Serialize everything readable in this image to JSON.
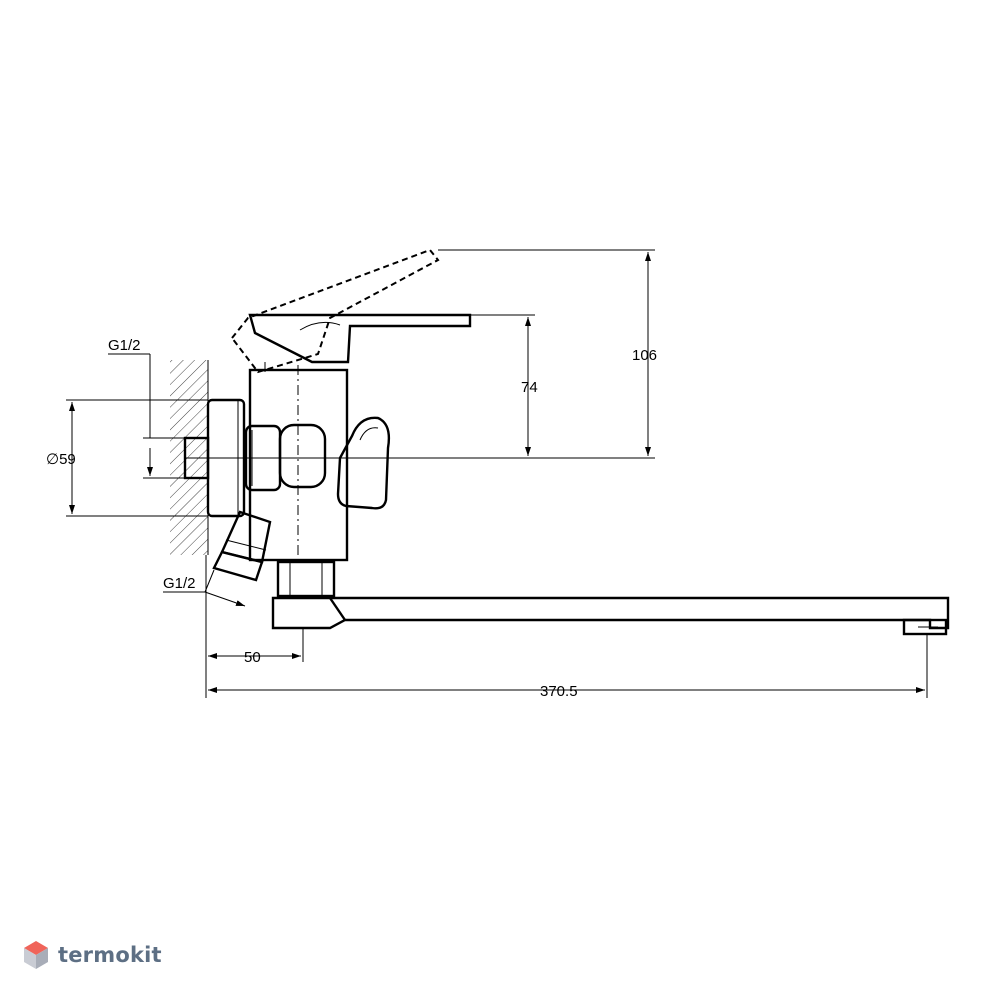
{
  "dimensions": {
    "height_lever_raised": "106",
    "height_lever": "74",
    "diameter": "∅59",
    "thread_top": "G1/2",
    "thread_bottom": "G1/2",
    "offset": "50",
    "spout_reach": "370.5"
  },
  "watermark": {
    "text": "termokit",
    "logo_icon": "cube-logo-icon",
    "colors": {
      "top": "#f0645a",
      "left": "#c9ccd4",
      "right": "#a8adb8",
      "text": "#5d6f84"
    }
  }
}
